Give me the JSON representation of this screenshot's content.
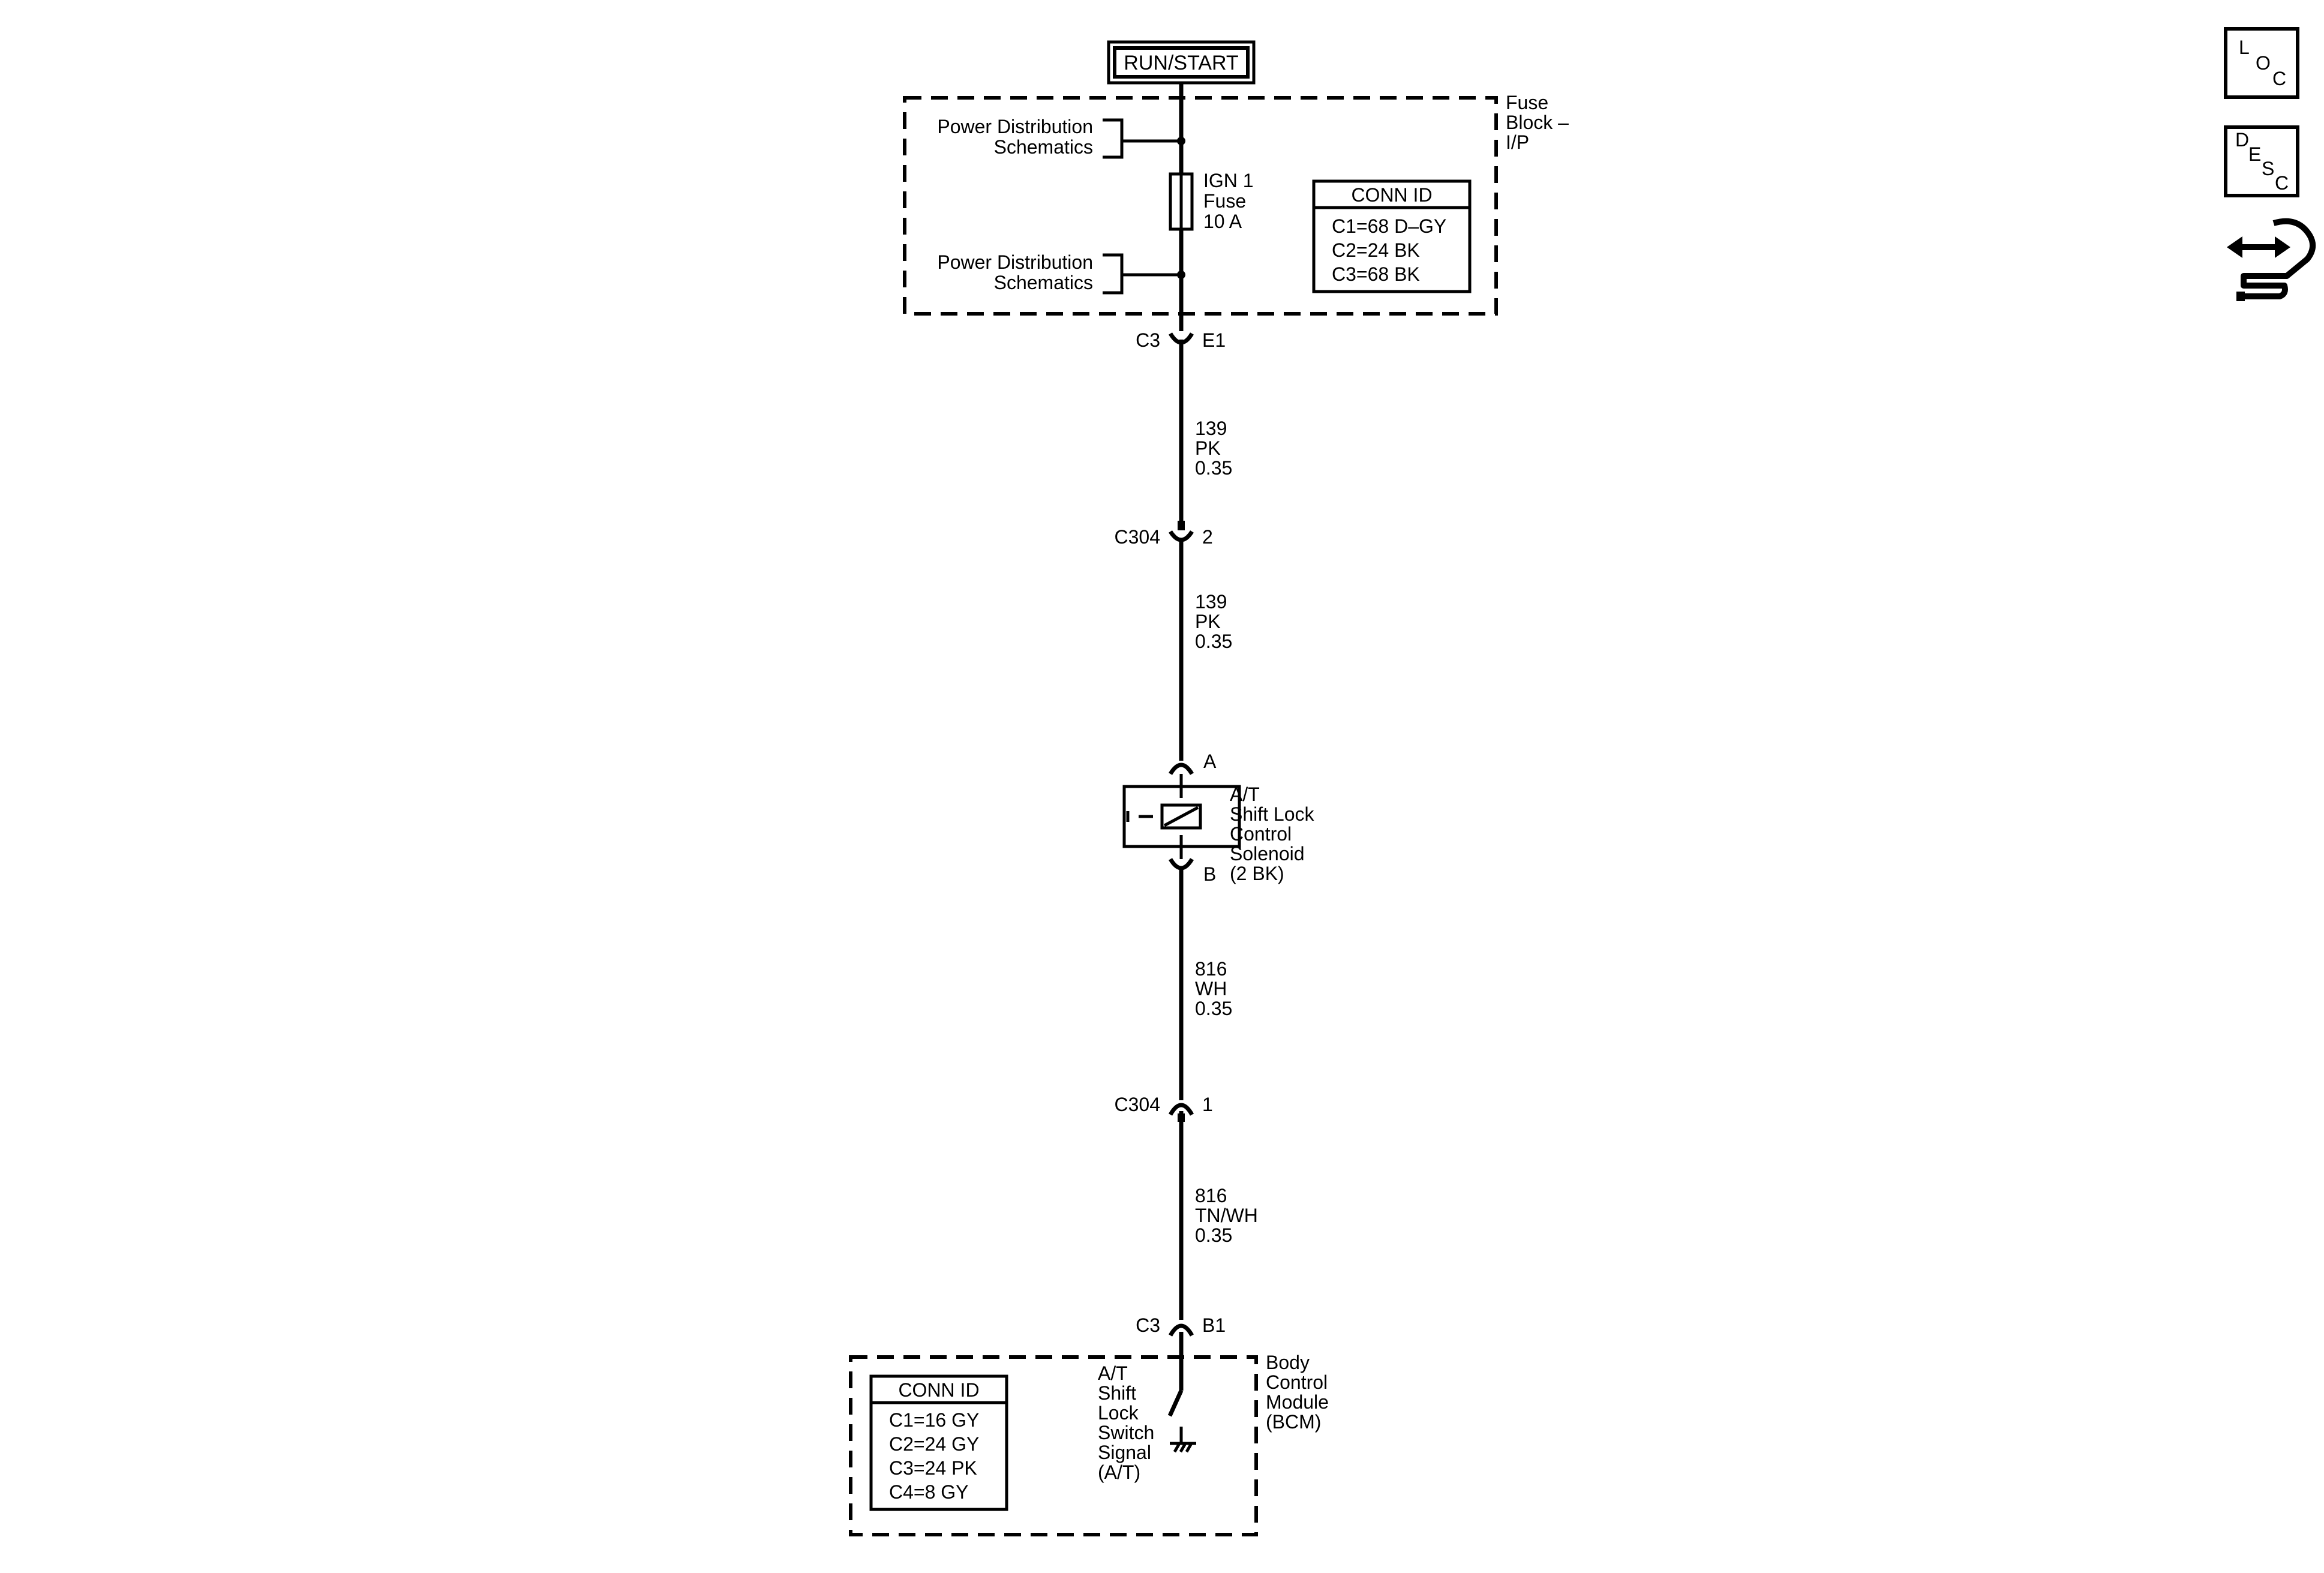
{
  "power_source": {
    "label": "RUN/START"
  },
  "fuse_block": {
    "label_lines": [
      "Fuse",
      "Block –",
      "I/P"
    ],
    "power_dist_1": [
      "Power Distribution",
      "Schematics"
    ],
    "power_dist_2": [
      "Power Distribution",
      "Schematics"
    ],
    "fuse": [
      "IGN 1",
      "Fuse",
      "10 A"
    ],
    "conn_id": {
      "title": "CONN ID",
      "rows": [
        "C1=68 D–GY",
        "C2=24 BK",
        "C3=68 BK"
      ]
    }
  },
  "connectors": {
    "c3_e1": {
      "left": "C3",
      "right": "E1"
    },
    "c304_2": {
      "left": "C304",
      "right": "2"
    },
    "sol_a": {
      "right": "A"
    },
    "sol_b": {
      "right": "B"
    },
    "c304_1": {
      "left": "C304",
      "right": "1"
    },
    "c3_b1": {
      "left": "C3",
      "right": "B1"
    }
  },
  "wires": {
    "w1": [
      "139",
      "PK",
      "0.35"
    ],
    "w2": [
      "139",
      "PK",
      "0.35"
    ],
    "w3": [
      "816",
      "WH",
      "0.35"
    ],
    "w4": [
      "816",
      "TN/WH",
      "0.35"
    ]
  },
  "solenoid": {
    "label_lines": [
      "A/T",
      "Shift Lock",
      "Control",
      "Solenoid",
      "(2 BK)"
    ]
  },
  "bcm": {
    "label_lines": [
      "Body",
      "Control",
      "Module",
      "(BCM)"
    ],
    "switch_lines": [
      "A/T",
      "Shift",
      "Lock",
      "Switch",
      "Signal",
      "(A/T)"
    ],
    "conn_id": {
      "title": "CONN ID",
      "rows": [
        "C1=16 GY",
        "C2=24 GY",
        "C3=24 PK",
        "C4=8 GY"
      ]
    }
  },
  "side_icons": {
    "loc": {
      "letters": [
        "L",
        "O",
        "C"
      ]
    },
    "desc": {
      "letters": [
        "D",
        "E",
        "S",
        "C"
      ]
    },
    "icon": "wrench-arrows-icon"
  }
}
